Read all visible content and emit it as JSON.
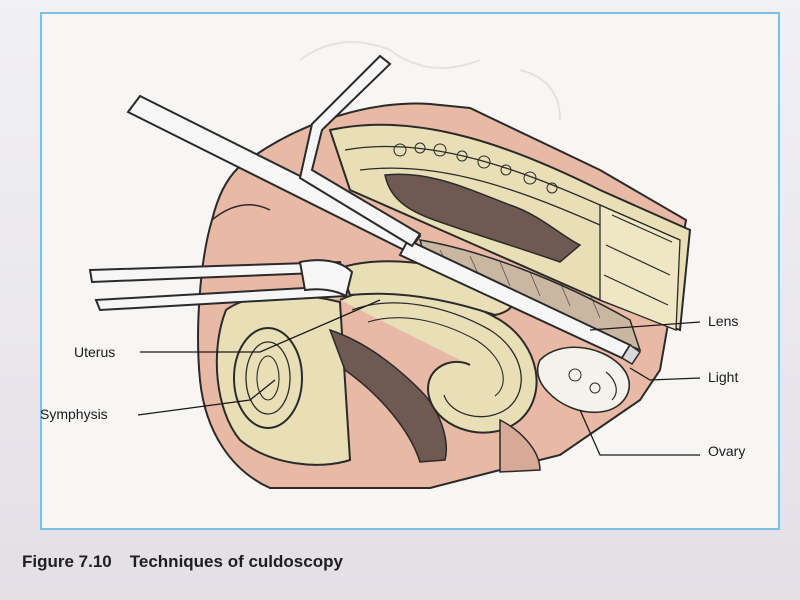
{
  "figure": {
    "number": "Figure 7.10",
    "title": "Techniques of culdoscopy"
  },
  "labels": {
    "lens": "Lens",
    "light": "Light",
    "ovary": "Ovary",
    "uterus": "Uterus",
    "symphysis": "Symphysis"
  },
  "colors": {
    "frame": "#7cc0e4",
    "skin": "#e8b9a5",
    "tissue": "#e9dfb7",
    "dark_tissue": "#6e5a52",
    "outline": "#2a2a2a"
  }
}
